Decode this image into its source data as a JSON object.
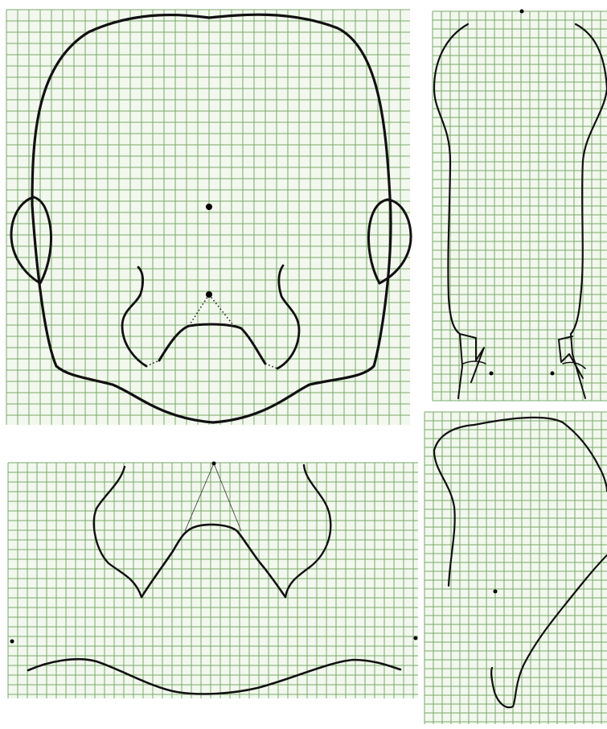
{
  "colors": {
    "grid": "#7aa869",
    "grid_bg": "#f2f8ee",
    "outline": "#111111"
  },
  "panels": [
    {
      "id": "front-face",
      "description_free": true
    },
    {
      "id": "side-profile"
    },
    {
      "id": "lower-face-detail"
    },
    {
      "id": "three-quarter-view"
    }
  ]
}
